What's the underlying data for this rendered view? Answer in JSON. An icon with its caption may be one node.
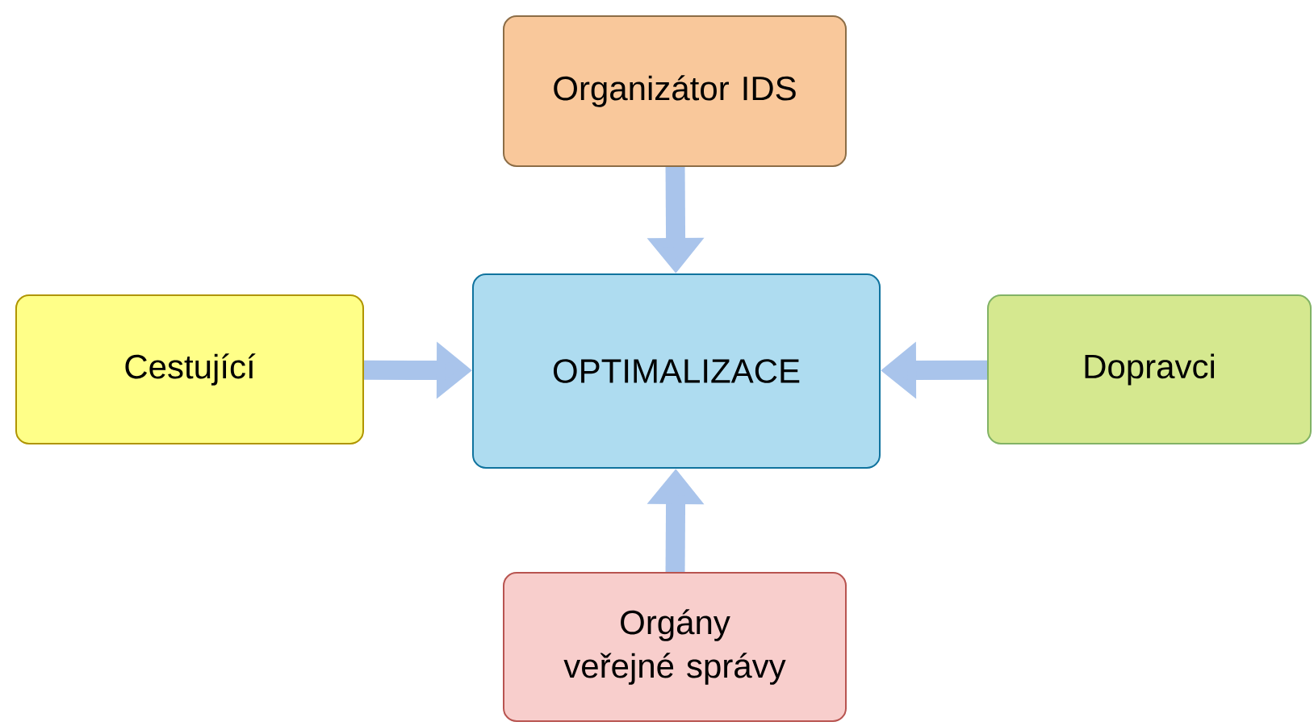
{
  "diagram": {
    "nodes": [
      {
        "text": [
          "Organizátor IDS"
        ]
      },
      {
        "text": [
          "Cestující"
        ]
      },
      {
        "text": [
          "OPTIMALIZACE"
        ]
      },
      {
        "text": [
          "Dopravci"
        ]
      },
      {
        "text": [
          "Orgány veřejné správy"
        ]
      }
    ],
    "edges": [
      {
        "from": 0,
        "to": 2,
        "arrow": "to"
      },
      {
        "from": 1,
        "to": 2,
        "arrow": "to"
      },
      {
        "from": 3,
        "to": 2,
        "arrow": "to"
      },
      {
        "from": 4,
        "to": 2,
        "arrow": "to"
      }
    ]
  }
}
